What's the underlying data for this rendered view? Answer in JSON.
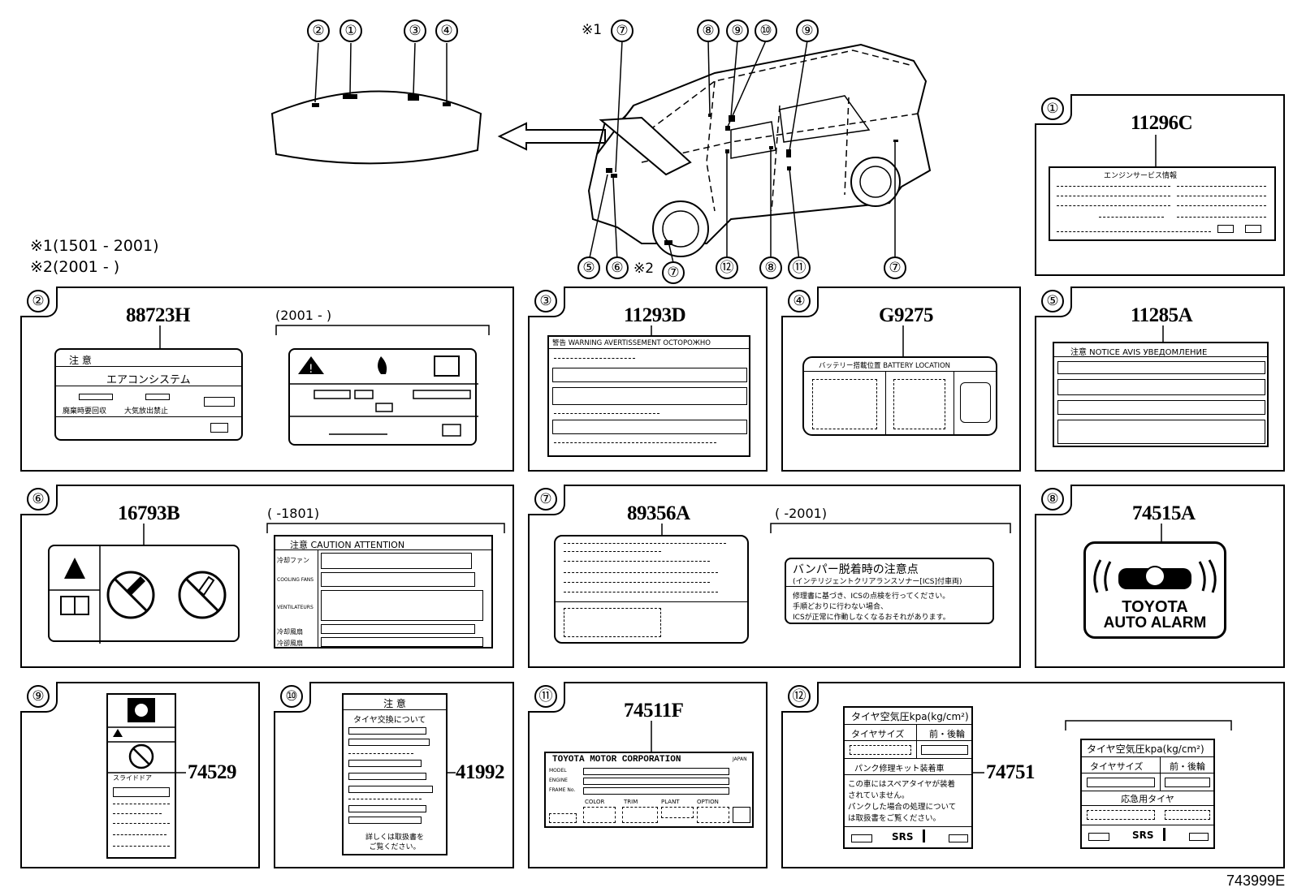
{
  "diagram_code": "743999E",
  "notes": {
    "n1": "※1(1501 - 2001)",
    "n2": "※2(2001 -        )"
  },
  "top_markers": {
    "hood_1": "①",
    "hood_2": "②",
    "hood_3": "③",
    "hood_4": "④"
  },
  "car_markers": {
    "m7a_prefix": "※1",
    "m7a": "⑦",
    "m8a": "⑧",
    "m9a": "⑨",
    "m10": "⑩",
    "m9b": "⑨",
    "m5": "⑤",
    "m6": "⑥",
    "m7b_prefix": "※2",
    "m7b": "⑦",
    "m12": "⑫",
    "m8b": "⑧",
    "m11": "⑪",
    "m7c": "⑦"
  },
  "panels": {
    "p1": {
      "num": "①",
      "part": "11296C",
      "title": "エンジンサービス情報"
    },
    "p2": {
      "num": "②",
      "part": "88723H",
      "range": "(2001 -      )",
      "warn": "注 意",
      "sys": "エアコンシステム",
      "t1": "廃棄時要回収",
      "t2": "大気放出禁止"
    },
    "p3": {
      "num": "③",
      "part": "11293D",
      "header": "警告 WARNING AVERTISSEMENT OCTOPOЖHO"
    },
    "p4": {
      "num": "④",
      "part": "G9275",
      "header": "バッテリー搭載位置    BATTERY LOCATION"
    },
    "p5": {
      "num": "⑤",
      "part": "11285A",
      "header": "注意   NOTICE   AVIS  УВЕДОМЛЕНИЕ"
    },
    "p6": {
      "num": "⑥",
      "part": "16793B",
      "range": "(        -1801)",
      "header": "注意  CAUTION  ATTENTION",
      "rows": [
        "冷却ファン",
        "COOLING FANS",
        "VENTILATEURS",
        "冷却風扇",
        "冷卻風扇"
      ]
    },
    "p7": {
      "num": "⑦",
      "part": "89356A",
      "range": "(        -2001)",
      "sticker_title": "バンパー脱着時の注意点",
      "sticker_sub": "(インテリジェントクリアランスソナー[ICS]付車両)",
      "sticker_l1": "修理書に基づき、ICSの点検を行ってください。",
      "sticker_l2": "手順どおりに行わない場合、",
      "sticker_l3": "ICSが正常に作動しなくなるおそれがあります。"
    },
    "p8": {
      "num": "⑧",
      "part": "74515A",
      "line1": "TOYOTA",
      "line2": "AUTO ALARM"
    },
    "p9": {
      "num": "⑨",
      "part": "74529",
      "slide": "スライドドア"
    },
    "p10": {
      "num": "⑩",
      "part": "41992",
      "warn": "注 意",
      "title": "タイヤ交換について",
      "foot1": "詳しくは取扱書を",
      "foot2": "ご覧ください。"
    },
    "p11": {
      "num": "⑪",
      "part": "74511F",
      "maker": "TOYOTA  MOTOR  CORPORATION",
      "japan": "JAPAN",
      "model": "MODEL",
      "engine": "ENGINE",
      "frame": "FRAME No.",
      "cols": [
        "COLOR",
        "TRIM",
        "PLANT",
        "OPTION"
      ]
    },
    "p12": {
      "num": "⑫",
      "part": "74751",
      "a_title": "タイヤ空気圧kpa(kg/cm²)",
      "a_size": "タイヤサイズ",
      "a_fr": "前・後輪",
      "a_kit": "パンク修理キット装着車",
      "a_l1": "この車にはスペアタイヤが装着",
      "a_l2": "されていません。",
      "a_l3": "パンクした場合の処理について",
      "a_l4": "は取扱書をご覧ください。",
      "a_srs": "SRS",
      "b_title": "タイヤ空気圧kpa(kg/cm²)",
      "b_size": "タイヤサイズ",
      "b_fr": "前・後輪",
      "b_spare": "応急用タイヤ",
      "b_srs": "SRS"
    }
  }
}
